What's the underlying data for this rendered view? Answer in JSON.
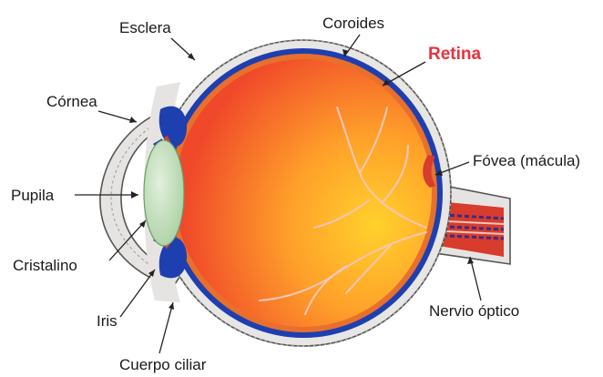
{
  "labels": {
    "esclera": "Esclera",
    "coroides": "Coroides",
    "retina": "Retina",
    "cornea": "Córnea",
    "fovea": "Fóvea (mácula)",
    "pupila": "Pupila",
    "cristalino": "Cristalino",
    "iris": "Iris",
    "cuerpo_ciliar": "Cuerpo ciliar",
    "nervio_optico": "Nervio óptico"
  },
  "colors": {
    "retina_label": "#e8323c",
    "sclera": "#e8e6e4",
    "choroid": "#1e3fb0",
    "retina_layer": "#e8702c",
    "vitreous_inner": "#ffcf2a",
    "vitreous_outer": "#f0522a",
    "lens": "#b9d8b2",
    "blood_vessel": "#f4c6b8"
  }
}
